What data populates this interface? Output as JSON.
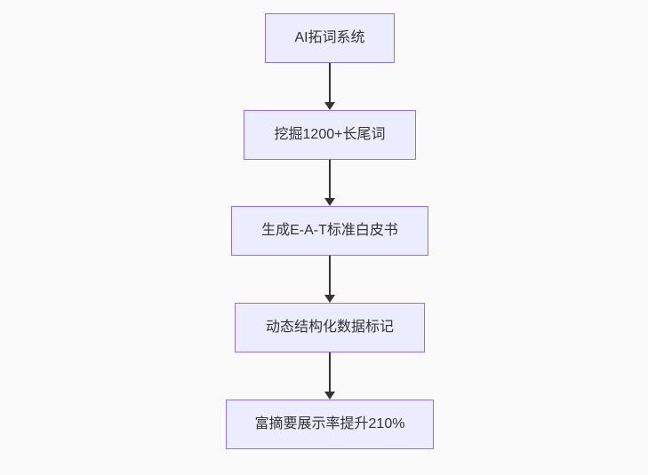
{
  "diagram": {
    "type": "flowchart",
    "direction": "top-down",
    "nodes": [
      {
        "id": "n1",
        "label": "AI拓词系统"
      },
      {
        "id": "n2",
        "label": "挖掘1200+长尾词"
      },
      {
        "id": "n3",
        "label": "生成E-A-T标准白皮书"
      },
      {
        "id": "n4",
        "label": "动态结构化数据标记"
      },
      {
        "id": "n5",
        "label": "富摘要展示率提升210%"
      }
    ],
    "edges": [
      {
        "from": "n1",
        "to": "n2",
        "arrow": "down"
      },
      {
        "from": "n2",
        "to": "n3",
        "arrow": "down"
      },
      {
        "from": "n3",
        "to": "n4",
        "arrow": "down"
      },
      {
        "from": "n4",
        "to": "n5",
        "arrow": "down"
      }
    ],
    "colors": {
      "background": "#fafafa",
      "node_fill": "#ececff",
      "node_border": "#9370db",
      "node_text": "#333333",
      "arrow": "#333333"
    }
  }
}
